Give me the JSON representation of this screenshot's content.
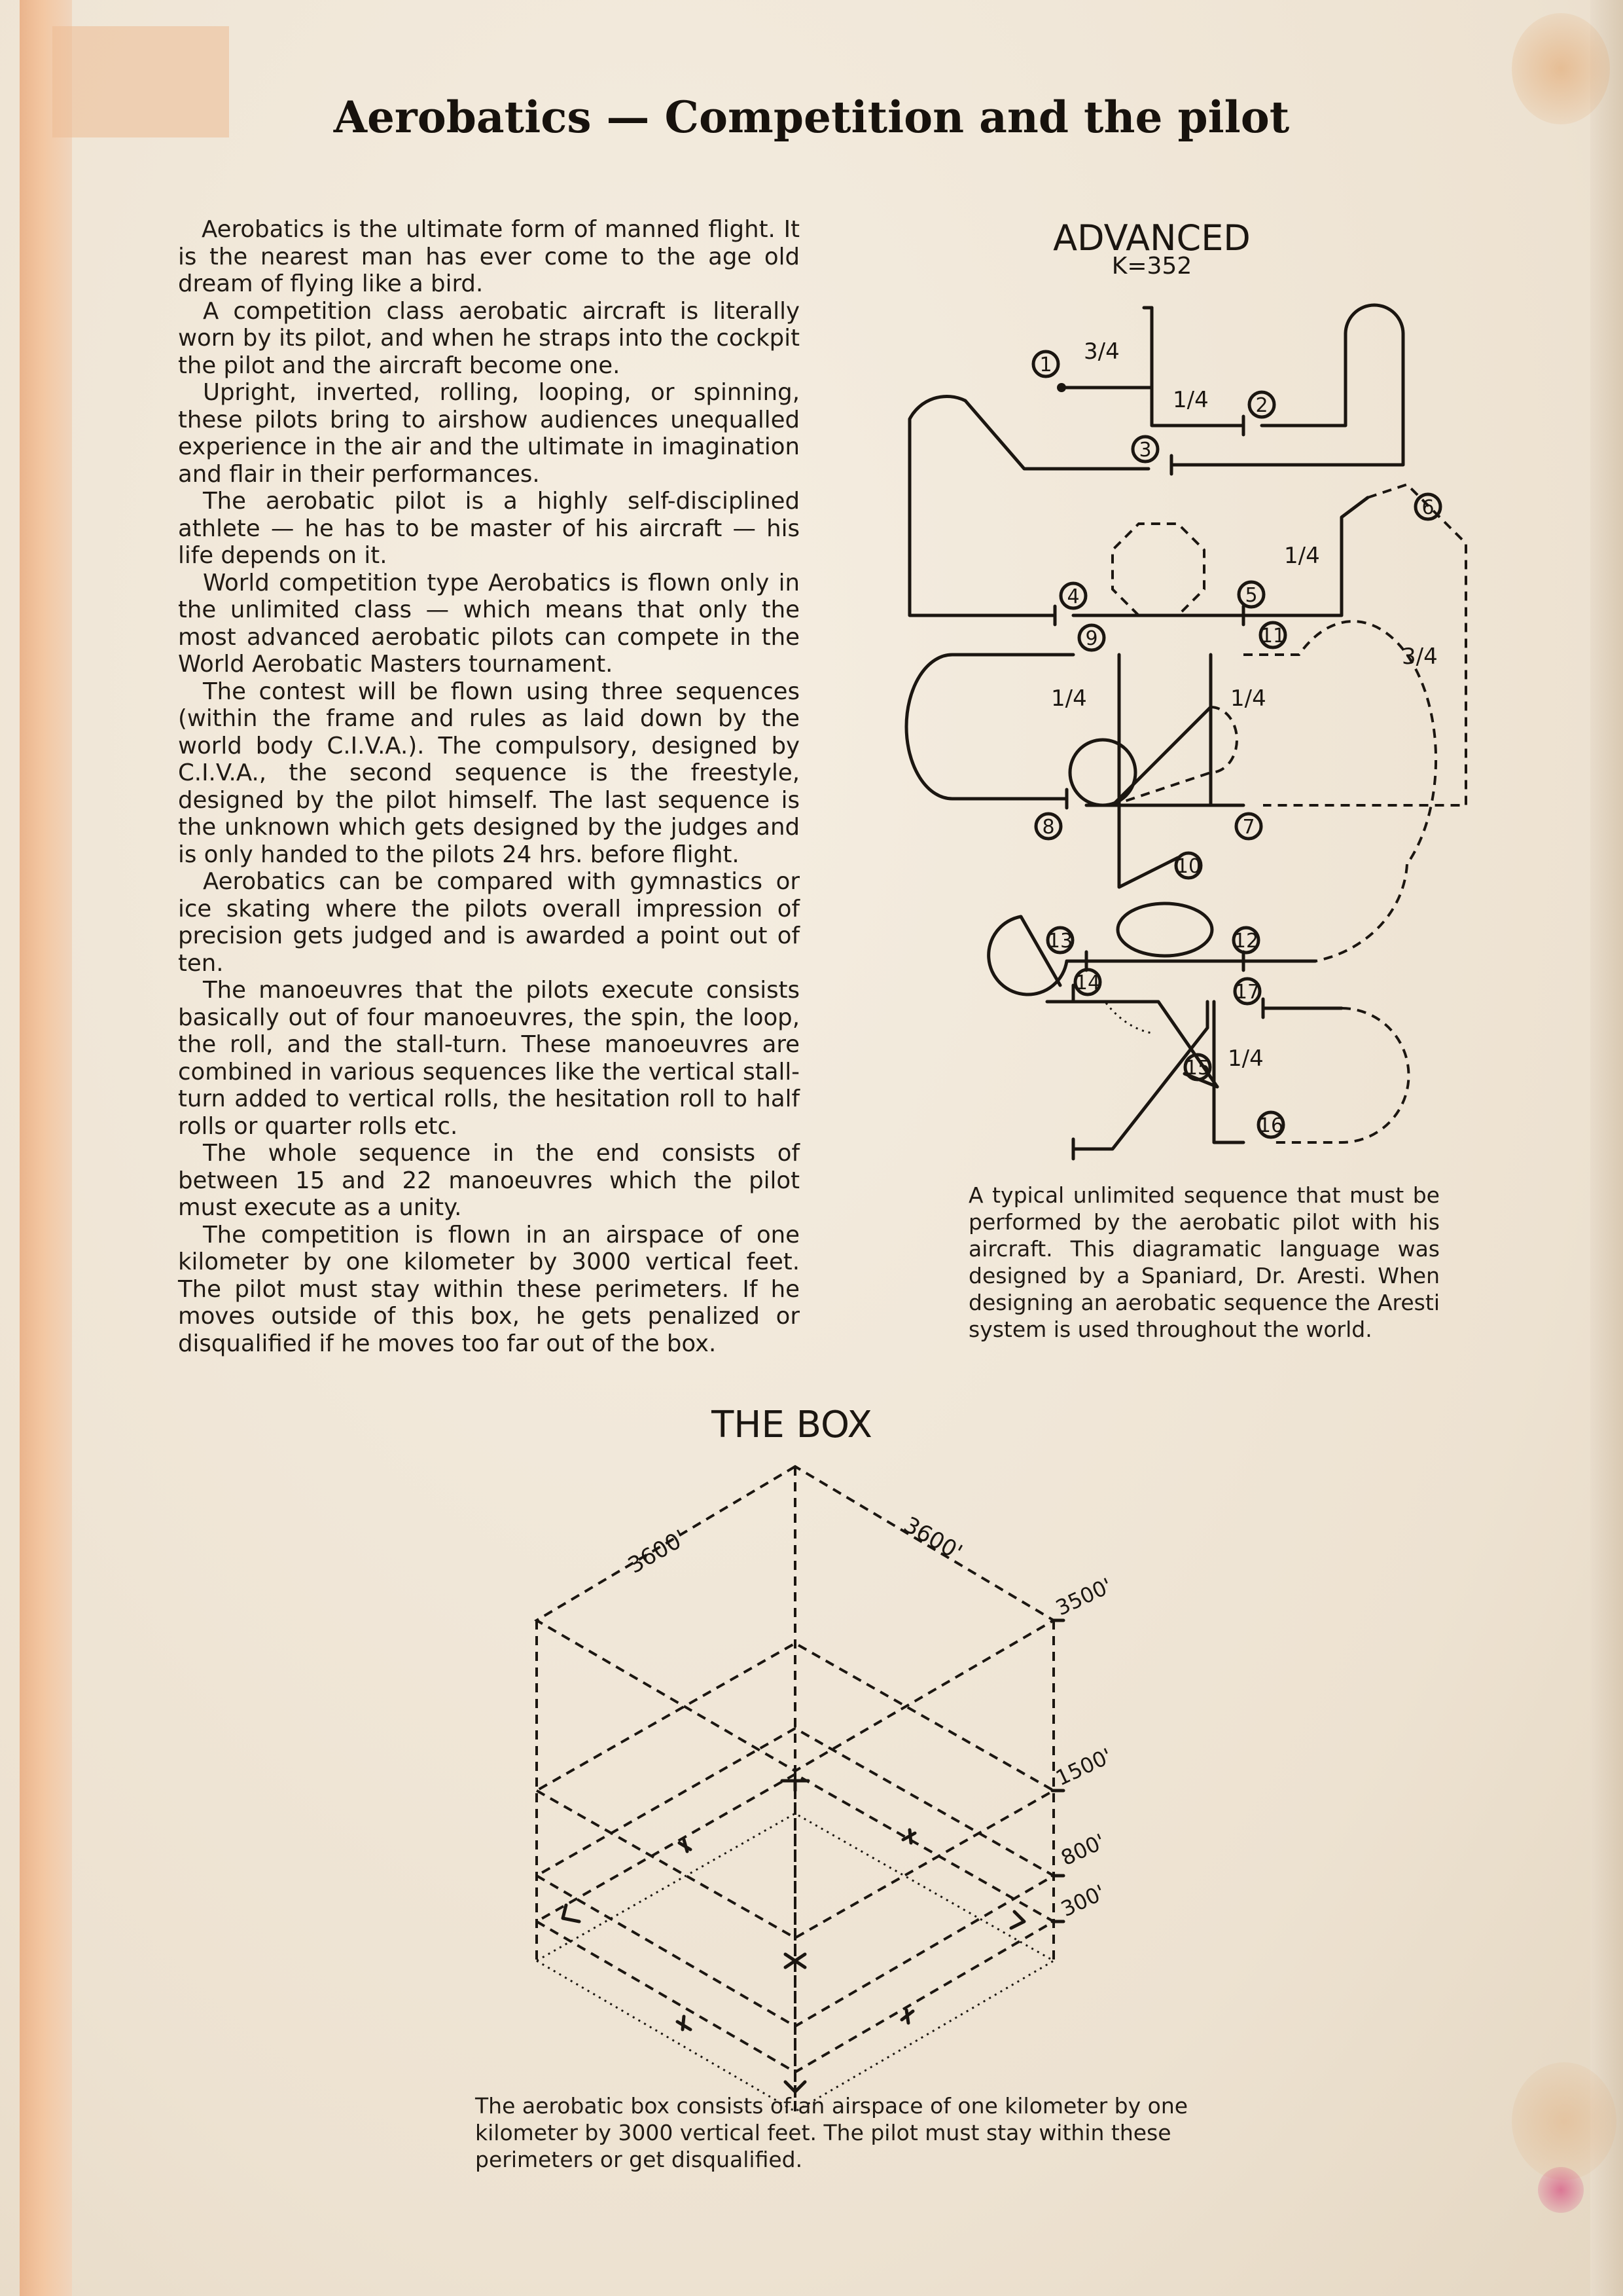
{
  "title": "Aerobatics — Competition and the pilot",
  "body_paragraphs": [
    "Aerobatics is the ultimate form of manned flight. It is the nearest man has ever come to the age old dream of flying like a bird.",
    "A competition class aerobatic aircraft is literally worn by its pilot, and when he straps into the cockpit the pilot and the aircraft become one.",
    "Upright, inverted, rolling, looping, or spinning, these pilots bring to airshow audiences unequalled experience in the air and the ultimate in imagination and flair in their performances.",
    "The aerobatic pilot is a highly self-disciplined athlete — he has to be master of his aircraft — his life depends on it.",
    "World competition type Aerobatics is flown only in the unlimited class — which means that only the most advanced aerobatic pilots can compete in the World Aerobatic Masters tournament.",
    "The contest will be flown using three sequences (within the frame and rules as laid down by the world body C.I.V.A.). The compulsory, designed by C.I.V.A., the second sequence is the freestyle, designed by the pilot himself. The last sequence is the unknown which gets designed by the judges and is only handed to the pilots 24 hrs. before flight.",
    "Aerobatics can be compared with gymnastics or ice skating where the pilots overall impression of precision gets judged and is awarded a point out of ten.",
    "The manoeuvres that the pilots execute consists basically out of four manoeuvres, the spin, the loop, the roll, and the stall-turn. These manoeuvres are combined in various sequences like the vertical stall-turn added to vertical rolls, the hesitation roll to half rolls or quarter rolls etc.",
    "The whole sequence in the end consists of between 15 and 22 manoeuvres which the pilot must execute as a unity.",
    "The competition is flown in an airspace of one kilometer by one kilometer by 3000 vertical feet. The pilot must stay within these perimeters. If he moves outside of this box, he gets penalized or disqualified if he moves too far out of the box."
  ],
  "advanced_diagram": {
    "heading": "ADVANCED",
    "k_factor": "K=352",
    "figure_numbers": [
      "1",
      "2",
      "3",
      "4",
      "5",
      "6",
      "7",
      "8",
      "9",
      "10",
      "11",
      "12",
      "13",
      "14",
      "15",
      "16",
      "17"
    ],
    "roll_labels": [
      "3/4",
      "1/4",
      "1/4",
      "3/4",
      "1/4",
      "1/4",
      "1/4"
    ],
    "caption": "A typical unlimited sequence that must be performed by the aerobatic pilot with his aircraft. This diagramatic language was designed by a Spaniard, Dr. Aresti. When designing an aerobatic sequence the Aresti system is used throughout the world."
  },
  "box_diagram": {
    "heading": "THE BOX",
    "side_labels": [
      "3600'",
      "3600'"
    ],
    "height_labels": [
      "3500'",
      "1500'",
      "800'",
      "300'"
    ],
    "caption": "The aerobatic box consists of an airspace of one kilometer by one kilometer by 3000 vertical feet. The pilot must stay within these perimeters or get disqualified."
  }
}
